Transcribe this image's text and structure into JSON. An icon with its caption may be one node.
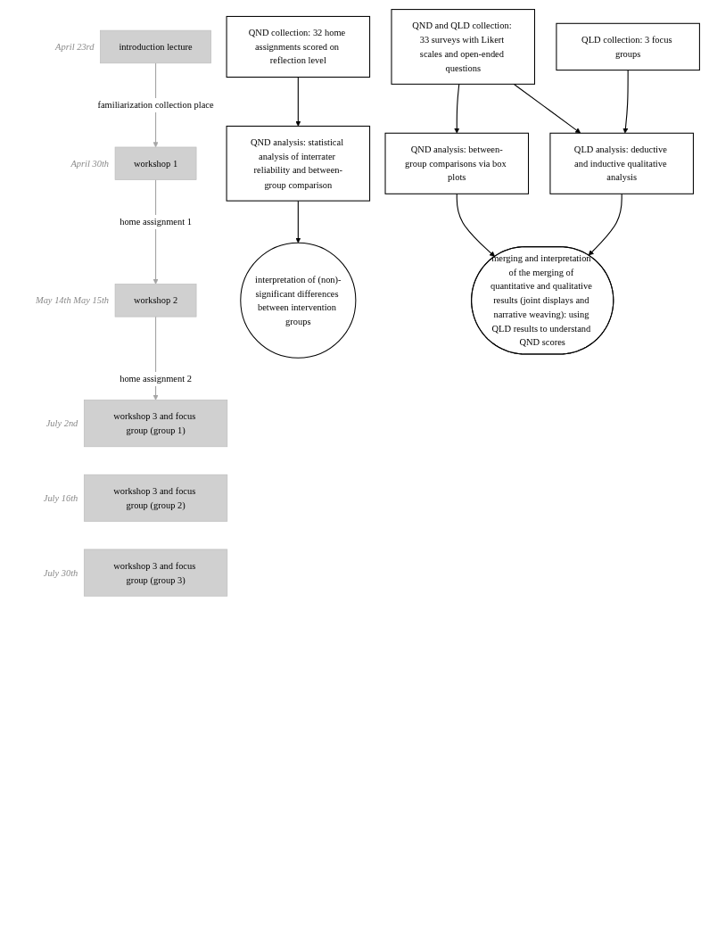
{
  "diagram": {
    "nodes": [
      {
        "text": [
          "introduction lecture"
        ],
        "beside": [
          "April 23rd"
        ]
      },
      {
        "text": [
          "workshop 1"
        ],
        "beside": [
          "April 30th"
        ]
      },
      {
        "text": [
          "workshop 2"
        ],
        "beside": [
          "May 14th May 15th"
        ]
      },
      {
        "text": [
          "workshop 3 and focus group (group 1)"
        ],
        "beside": [
          "July 2nd"
        ]
      },
      {
        "text": [
          "workshop 3 and focus group (group 2)"
        ],
        "beside": [
          "July 16th"
        ]
      },
      {
        "text": [
          "workshop 3 and focus group (group 3)"
        ],
        "beside": [
          "July 30th"
        ]
      },
      {
        "text": [
          "QND collection: 32 home assignments scored on reflection level"
        ]
      },
      {
        "text": [
          "QND and QLD collection: 33 surveys with Likert scales and open-ended questions"
        ]
      },
      {
        "text": [
          "QLD collection: 3 focus groups"
        ]
      },
      {
        "text": [
          "QND analysis: statistical analysis of interrater reliability and between-group comparison"
        ]
      },
      {
        "text": [
          "QND analysis: between-group comparisons via box plots"
        ]
      },
      {
        "text": [
          "QLD analysis: deductive and inductive qualitative analysis"
        ]
      },
      {
        "text": [
          "interpretation of (non)-significant differences between intervention groups"
        ]
      },
      {
        "text": [
          "merging and interpretation of the merging of quantitative and qualitative results (joint displays and narrative weaving): using QLD results to understand QND scores"
        ]
      }
    ],
    "edges": [
      {
        "from": 0,
        "to": 1,
        "arrow": "to",
        "label": "familiarization collection place",
        "color": "#a6a6a6"
      },
      {
        "from": 1,
        "to": 2,
        "arrow": "to",
        "label": "home assignment 1",
        "color": "#a6a6a6"
      },
      {
        "from": 2,
        "to": 3,
        "arrow": "to",
        "label": "home assignment 2",
        "color": "#a6a6a6"
      },
      {
        "from": 6,
        "to": 9,
        "arrow": "to"
      },
      {
        "from": 7,
        "to": 10,
        "arrow": "to"
      },
      {
        "from": 7,
        "to": 11,
        "arrow": "to"
      },
      {
        "from": 8,
        "to": 11,
        "arrow": "to"
      },
      {
        "from": 9,
        "to": 12,
        "arrow": "to"
      },
      {
        "from": 10,
        "to": 13,
        "arrow": "to"
      },
      {
        "from": 11,
        "to": 13,
        "arrow": "to"
      }
    ]
  }
}
